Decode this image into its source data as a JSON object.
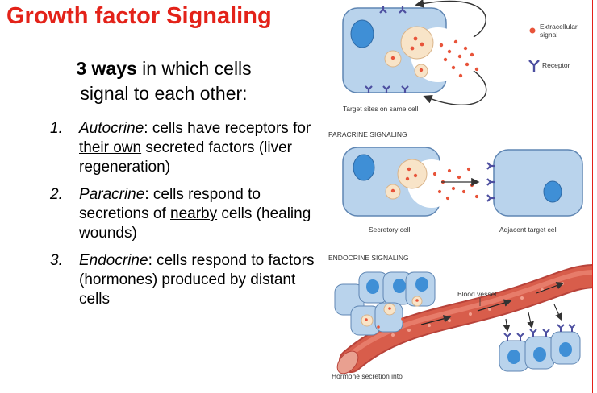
{
  "title": "Growth factor Signaling",
  "intro": {
    "bold": "3 ways",
    "rest_line1": " in which cells",
    "line2": "signal to each other:"
  },
  "ways": [
    {
      "num": "1.",
      "term": "Autocrine",
      "pre": ": cells have receptors for ",
      "underlined": "their own",
      "post": " secreted factors (liver regeneration)"
    },
    {
      "num": "2.",
      "term": "Paracrine",
      "pre": ": cells respond to secretions of ",
      "underlined": "nearby",
      "post": " cells (healing wounds)"
    },
    {
      "num": "3.",
      "term": "Endocrine",
      "pre": ": cells respond to factors (hormones) produced by distant cells",
      "underlined": "",
      "post": ""
    }
  ],
  "figure": {
    "legend_signal": "Extracellular signal",
    "legend_signal_line1": "Extracellular",
    "legend_signal_line2": "signal",
    "legend_receptor": "Receptor",
    "autocrine_caption": "Target sites on same cell",
    "paracrine_heading": "PARACRINE SIGNALING",
    "secretory_caption": "Secretory cell",
    "target_caption": "Adjacent target cell",
    "endocrine_heading": "ENDOCRINE SIGNALING",
    "vessel_label": "Blood vessel",
    "endocrine_caption": "Hormone secretion into"
  },
  "colors": {
    "title": "#e32219",
    "cell_fill": "#b9d3ec",
    "cell_stroke": "#5f86b3",
    "nucleus": "#3f8fd6",
    "vesicle": "#f8e4c8",
    "signal_dot": "#e8543a",
    "receptor": "#4d4fa0",
    "vessel": "#d85d4b",
    "frame": "#e32219"
  }
}
